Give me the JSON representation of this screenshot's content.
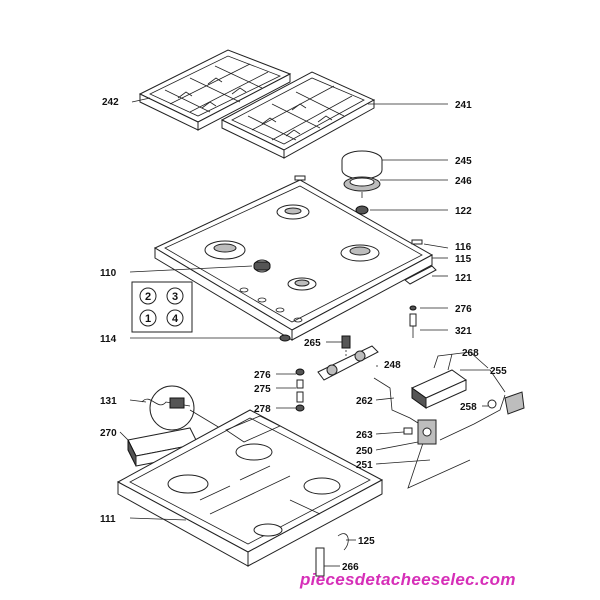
{
  "labels": {
    "l242": "242",
    "l241": "241",
    "l245": "245",
    "l246": "246",
    "l122": "122",
    "l116": "116",
    "l115": "115",
    "l110": "110",
    "l121": "121",
    "l276a": "276",
    "l321": "321",
    "l114": "114",
    "l265": "265",
    "l248": "248",
    "l268": "268",
    "l276b": "276",
    "l275": "275",
    "l255": "255",
    "l278": "278",
    "l131": "131",
    "l262": "262",
    "l258": "258",
    "l263": "263",
    "l270": "270",
    "l250": "250",
    "l251": "251",
    "l111": "111",
    "l125": "125",
    "l266": "266"
  },
  "burner_key": [
    "2",
    "3",
    "1",
    "4"
  ],
  "watermark": "piecesdetacheeselec.com",
  "colors": {
    "watermark": "#d62fb8",
    "line": "#222222"
  }
}
